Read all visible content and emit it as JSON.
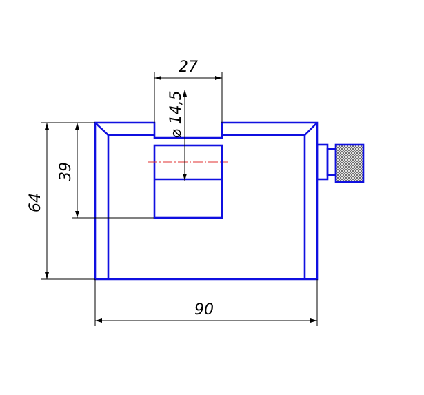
{
  "drawing": {
    "dimensions": {
      "width_top": "27",
      "diameter": "⌀ 14,5",
      "height_inner": "39",
      "height_total": "64",
      "width_total": "90"
    },
    "colors": {
      "part_outline": "#1010e0",
      "dimension_line": "#000000",
      "center_line": "#e03030",
      "knurl": "#555555"
    }
  }
}
